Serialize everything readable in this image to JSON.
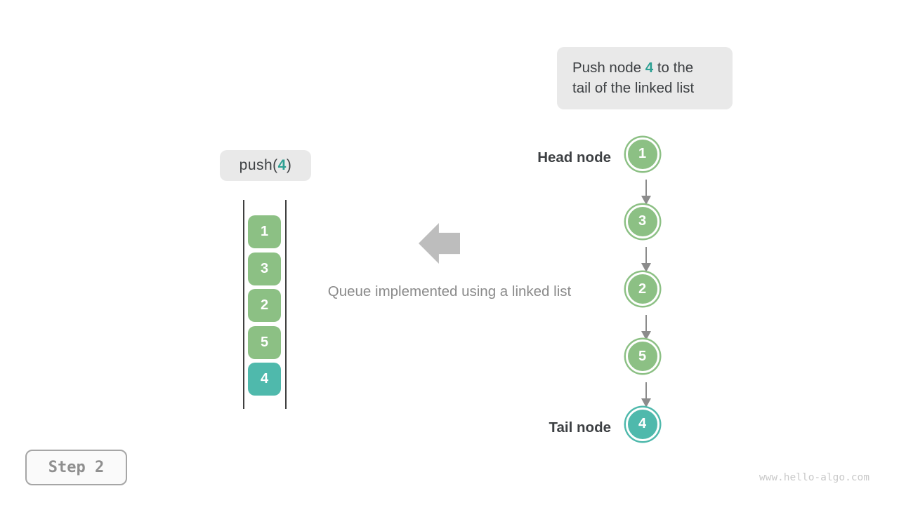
{
  "colors": {
    "green": "#8cc084",
    "teal": "#4fb9ac",
    "teal_text": "#2da093",
    "dark_text": "#3d4043",
    "gray_text": "#8a8a8a",
    "arrow_gray": "#8c8c8c",
    "big_arrow_gray": "#bdbdbd",
    "box_bg": "#e9e9e9",
    "queue_wall": "#3f3f3f"
  },
  "instruction": {
    "line1_pre": "Push node ",
    "value": "4",
    "line1_post": " to the",
    "line2": "tail of the linked list"
  },
  "push_call": {
    "pre": "push(",
    "value": "4",
    "post": ")"
  },
  "queue": {
    "items": [
      {
        "value": "1",
        "highlight": false
      },
      {
        "value": "3",
        "highlight": false
      },
      {
        "value": "2",
        "highlight": false
      },
      {
        "value": "5",
        "highlight": false
      },
      {
        "value": "4",
        "highlight": true
      }
    ]
  },
  "caption": "Queue implemented using a linked list",
  "linked_list": {
    "head_label": "Head node",
    "tail_label": "Tail node",
    "nodes": [
      {
        "value": "1",
        "highlight": false
      },
      {
        "value": "3",
        "highlight": false
      },
      {
        "value": "2",
        "highlight": false
      },
      {
        "value": "5",
        "highlight": false
      },
      {
        "value": "4",
        "highlight": true
      }
    ]
  },
  "step_label": "Step 2",
  "watermark": "www.hello-algo.com"
}
